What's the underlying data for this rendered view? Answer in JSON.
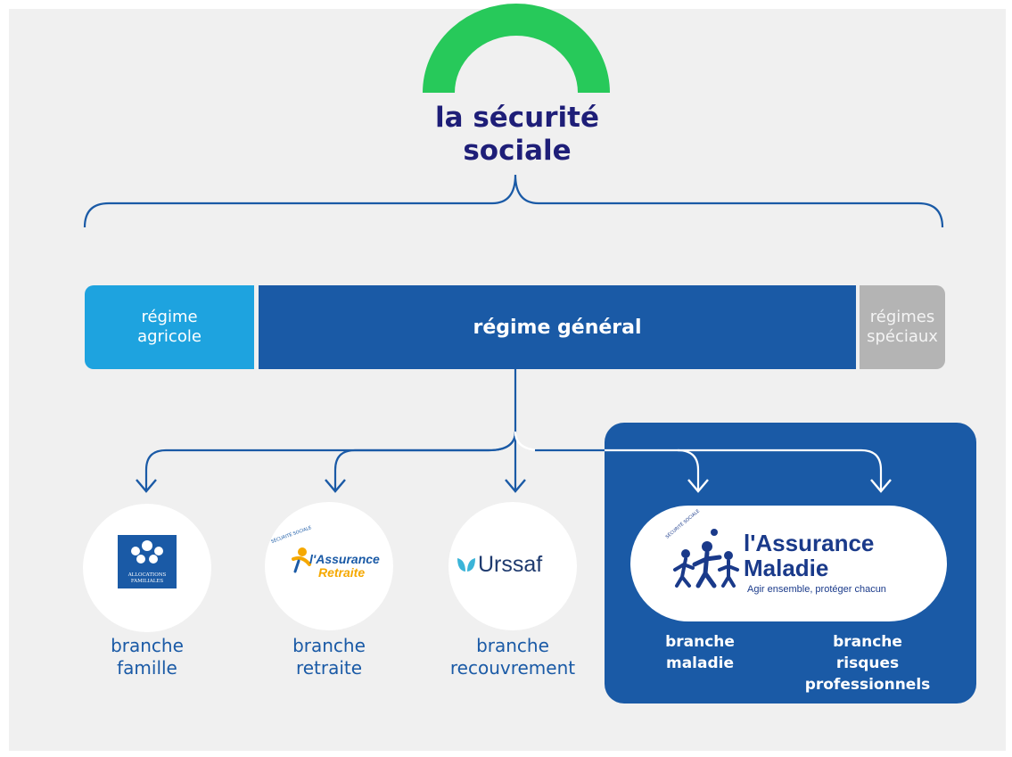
{
  "logo": {
    "text": "la sécurité sociale",
    "line1": "la sécurité",
    "line2": "sociale",
    "arc_color": "#27c95a",
    "text_color": "#1e1e78"
  },
  "regimes": {
    "agricole": {
      "line1": "régime",
      "line2": "agricole",
      "color": "#1ea3df"
    },
    "general": {
      "label": "régime général",
      "color": "#1a5aa6"
    },
    "speciaux": {
      "line1": "régimes",
      "line2": "spéciaux",
      "color": "#b4b4b4"
    }
  },
  "branches": {
    "famille": {
      "line1": "branche",
      "line2": "famille",
      "logo_text_1": "ALLOCATIONS",
      "logo_text_2": "FAMILIALES"
    },
    "retraite": {
      "line1": "branche",
      "line2": "retraite",
      "logo_small": "SÉCURITÉ SOCIALE",
      "logo_text_1": "l'Assurance",
      "logo_text_2": "Retraite"
    },
    "recouvrement": {
      "line1": "branche",
      "line2": "recouvrement",
      "logo_text": "Urssaf"
    },
    "maladie": {
      "line1": "branche",
      "line2": "maladie"
    },
    "risques": {
      "line1": "branche",
      "line2": "risques",
      "line3": "professionnels"
    }
  },
  "assurance_maladie": {
    "logo_small": "SÉCURITÉ SOCIALE",
    "title_1": "l'Assurance",
    "title_2": "Maladie",
    "tagline": "Agir ensemble, protéger chacun"
  },
  "colors": {
    "primary_blue": "#1a5aa6",
    "light_blue": "#1ea3df",
    "grey": "#b4b4b4",
    "connector": "#1a5aa6",
    "urssaf_teal": "#3bb4d8"
  }
}
